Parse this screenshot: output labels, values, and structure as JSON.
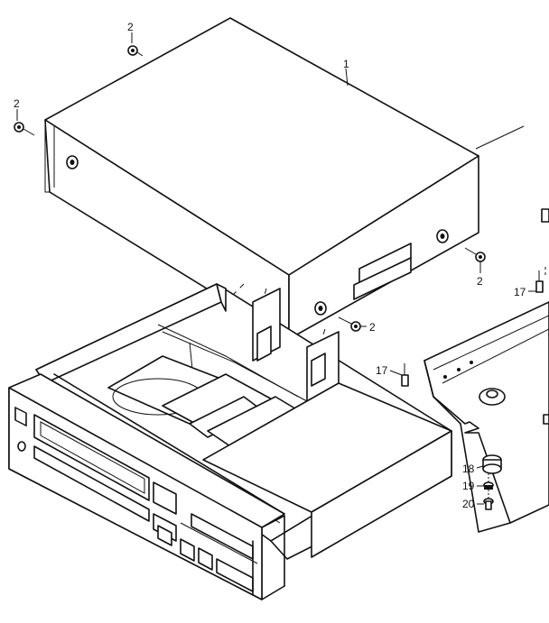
{
  "callouts": {
    "cover": "1",
    "screw_top": "2",
    "screw_left": "2",
    "screw_right": "2",
    "screw_center": "2",
    "screw_17_right": "17",
    "screw_17_mid": "17",
    "foot_18": "18",
    "washer_19": "19",
    "screw_20": "20"
  },
  "icons": {
    "screw": "screw-icon",
    "foot": "foot-icon"
  },
  "colors": {
    "line": "#111111",
    "background": "#ffffff"
  }
}
